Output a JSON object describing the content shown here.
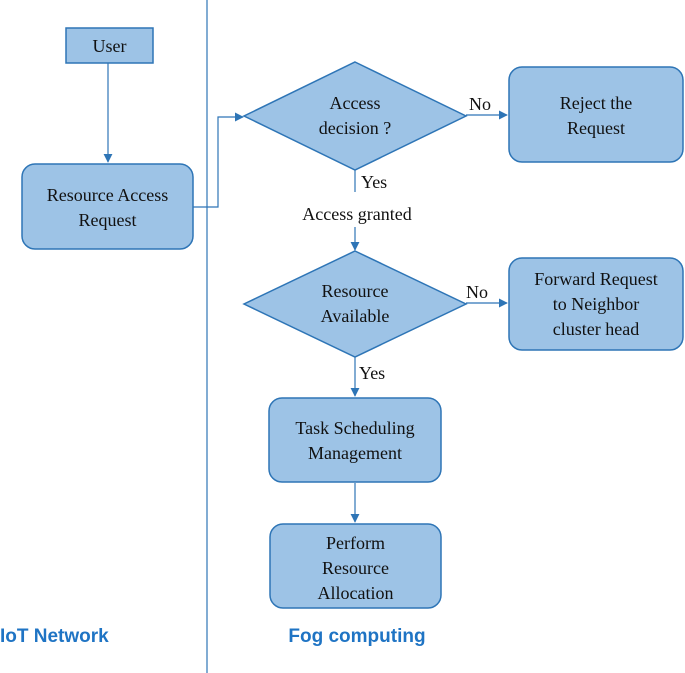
{
  "regions": {
    "left_label": "IoT Network",
    "right_label": "Fog computing"
  },
  "nodes": {
    "user": "User",
    "resource_access_request": [
      "Resource Access",
      "Request"
    ],
    "access_decision": [
      "Access",
      "decision  ?"
    ],
    "reject_request": [
      "Reject the",
      "Request"
    ],
    "resource_available": [
      "Resource",
      "Available"
    ],
    "forward_request": [
      "Forward Request",
      "to Neighbor",
      "cluster head"
    ],
    "task_scheduling": [
      "Task Scheduling",
      "Management"
    ],
    "perform_allocation": [
      "Perform",
      "Resource",
      "Allocation"
    ]
  },
  "edges": {
    "access_no": "No",
    "access_yes": "Yes",
    "access_granted": "Access  granted",
    "available_no": "No",
    "available_yes": "Yes"
  },
  "colors": {
    "box_fill": "#9dc3e6",
    "box_stroke": "#2e75b6",
    "region_label": "#1f74c4"
  }
}
